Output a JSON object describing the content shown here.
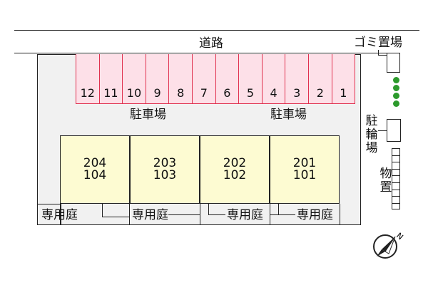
{
  "road": {
    "label": "道路"
  },
  "garbage": {
    "label": "ゴミ置場"
  },
  "parking": {
    "label": "駐車場",
    "spaces": [
      "12",
      "11",
      "10",
      "9",
      "8",
      "7",
      "6",
      "5",
      "4",
      "3",
      "2",
      "1"
    ]
  },
  "bicycle_parking": {
    "label": "駐輪場"
  },
  "storage": {
    "label": "物置"
  },
  "units": [
    {
      "upper": "204",
      "lower": "104"
    },
    {
      "upper": "203",
      "lower": "103"
    },
    {
      "upper": "202",
      "lower": "102"
    },
    {
      "upper": "201",
      "lower": "101"
    }
  ],
  "private_garden": {
    "label": "専用庭"
  },
  "compass": {
    "label": "N",
    "icon": "north-arrow-icon"
  },
  "colors": {
    "parking_fill": "#fde0e8",
    "parking_stroke": "#e0304e",
    "unit_fill": "#fdfbd2",
    "tree": "#2c9a2c",
    "site_fill": "#f1f1f1"
  }
}
